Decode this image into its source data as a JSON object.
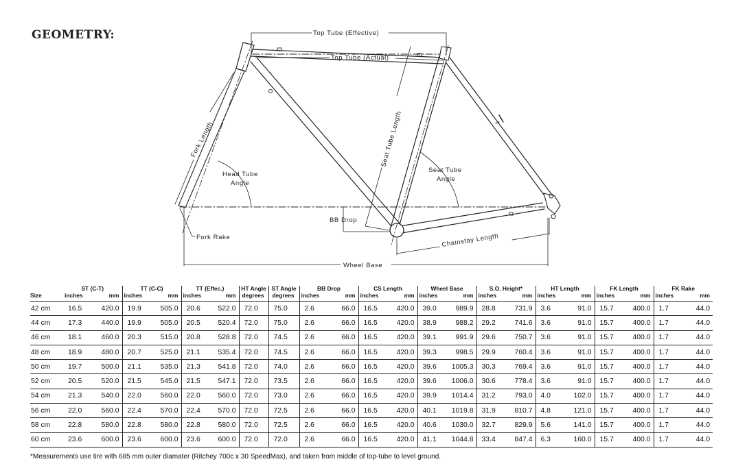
{
  "title": "GEOMETRY:",
  "diagram_labels": {
    "top_tube_effective": "Top Tube (Effective)",
    "top_tube_actual": "Top Tube (Actual)",
    "fork_length": "Fork Length",
    "head_tube_angle_line1": "Head Tube",
    "head_tube_angle_line2": "Angle",
    "seat_tube_length": "Seat Tube Length",
    "seat_tube_angle_line1": "Seat Tube",
    "seat_tube_angle_line2": "Angle",
    "bb_drop": "BB Drop",
    "fork_rake": "Fork Rake",
    "chainstay_length": "Chainstay Length",
    "wheel_base": "Wheel Base"
  },
  "table": {
    "size_header": "Size",
    "groups": [
      {
        "label": "ST (C-T)",
        "units": [
          "inches",
          "mm"
        ]
      },
      {
        "label": "TT (C-C)",
        "units": [
          "inches",
          "mm"
        ]
      },
      {
        "label": "TT (Effec.)",
        "units": [
          "inches",
          "mm"
        ]
      },
      {
        "label": "HT Angle",
        "units": [
          "degrees"
        ]
      },
      {
        "label": "ST Angle",
        "units": [
          "degrees"
        ]
      },
      {
        "label": "BB Drop",
        "units": [
          "inches",
          "mm"
        ]
      },
      {
        "label": "CS Length",
        "units": [
          "inches",
          "mm"
        ]
      },
      {
        "label": "Wheel Base",
        "units": [
          "inches",
          "mm"
        ]
      },
      {
        "label": "S.O. Height*",
        "units": [
          "inches",
          "mm"
        ]
      },
      {
        "label": "HT Length",
        "units": [
          "inches",
          "mm"
        ]
      },
      {
        "label": "FK Length",
        "units": [
          "inches",
          "mm"
        ]
      },
      {
        "label": "FK Rake",
        "units": [
          "inches",
          "mm"
        ]
      }
    ],
    "rows": [
      {
        "size": "42 cm",
        "st": [
          "16.5",
          "420.0"
        ],
        "tt": [
          "19.9",
          "505.0"
        ],
        "tte": [
          "20.6",
          "522.0"
        ],
        "ht_angle": "72.0",
        "st_angle": "75.0",
        "bb": [
          "2.6",
          "66.0"
        ],
        "cs": [
          "16.5",
          "420.0"
        ],
        "wb": [
          "39.0",
          "989.9"
        ],
        "so": [
          "28.8",
          "731.9"
        ],
        "htl": [
          "3.6",
          "91.0"
        ],
        "fk": [
          "15.7",
          "400.0"
        ],
        "rake": [
          "1.7",
          "44.0"
        ]
      },
      {
        "size": "44 cm",
        "st": [
          "17.3",
          "440.0"
        ],
        "tt": [
          "19.9",
          "505.0"
        ],
        "tte": [
          "20.5",
          "520.4"
        ],
        "ht_angle": "72.0",
        "st_angle": "75.0",
        "bb": [
          "2.6",
          "66.0"
        ],
        "cs": [
          "16.5",
          "420.0"
        ],
        "wb": [
          "38.9",
          "988.2"
        ],
        "so": [
          "29.2",
          "741.6"
        ],
        "htl": [
          "3.6",
          "91.0"
        ],
        "fk": [
          "15.7",
          "400.0"
        ],
        "rake": [
          "1.7",
          "44.0"
        ]
      },
      {
        "size": "46 cm",
        "st": [
          "18.1",
          "460.0"
        ],
        "tt": [
          "20.3",
          "515.0"
        ],
        "tte": [
          "20.8",
          "528.8"
        ],
        "ht_angle": "72.0",
        "st_angle": "74.5",
        "bb": [
          "2.6",
          "66.0"
        ],
        "cs": [
          "16.5",
          "420.0"
        ],
        "wb": [
          "39.1",
          "991.9"
        ],
        "so": [
          "29.6",
          "750.7"
        ],
        "htl": [
          "3.6",
          "91.0"
        ],
        "fk": [
          "15.7",
          "400.0"
        ],
        "rake": [
          "1.7",
          "44.0"
        ]
      },
      {
        "size": "48 cm",
        "st": [
          "18.9",
          "480.0"
        ],
        "tt": [
          "20.7",
          "525.0"
        ],
        "tte": [
          "21.1",
          "535.4"
        ],
        "ht_angle": "72.0",
        "st_angle": "74.5",
        "bb": [
          "2.6",
          "66.0"
        ],
        "cs": [
          "16.5",
          "420.0"
        ],
        "wb": [
          "39.3",
          "998.5"
        ],
        "so": [
          "29.9",
          "760.4"
        ],
        "htl": [
          "3.6",
          "91.0"
        ],
        "fk": [
          "15.7",
          "400.0"
        ],
        "rake": [
          "1.7",
          "44.0"
        ]
      },
      {
        "size": "50 cm",
        "st": [
          "19.7",
          "500.0"
        ],
        "tt": [
          "21.1",
          "535.0"
        ],
        "tte": [
          "21.3",
          "541.8"
        ],
        "ht_angle": "72.0",
        "st_angle": "74.0",
        "bb": [
          "2.6",
          "66.0"
        ],
        "cs": [
          "16.5",
          "420.0"
        ],
        "wb": [
          "39.6",
          "1005.3"
        ],
        "so": [
          "30.3",
          "769.4"
        ],
        "htl": [
          "3.6",
          "91.0"
        ],
        "fk": [
          "15.7",
          "400.0"
        ],
        "rake": [
          "1.7",
          "44.0"
        ]
      },
      {
        "size": "52 cm",
        "st": [
          "20.5",
          "520.0"
        ],
        "tt": [
          "21.5",
          "545.0"
        ],
        "tte": [
          "21.5",
          "547.1"
        ],
        "ht_angle": "72.0",
        "st_angle": "73.5",
        "bb": [
          "2.6",
          "66.0"
        ],
        "cs": [
          "16.5",
          "420.0"
        ],
        "wb": [
          "39.6",
          "1006.0"
        ],
        "so": [
          "30.6",
          "778.4"
        ],
        "htl": [
          "3.6",
          "91.0"
        ],
        "fk": [
          "15.7",
          "400.0"
        ],
        "rake": [
          "1.7",
          "44.0"
        ]
      },
      {
        "size": "54 cm",
        "st": [
          "21.3",
          "540.0"
        ],
        "tt": [
          "22.0",
          "560.0"
        ],
        "tte": [
          "22.0",
          "560.0"
        ],
        "ht_angle": "72.0",
        "st_angle": "73.0",
        "bb": [
          "2.6",
          "66.0"
        ],
        "cs": [
          "16.5",
          "420.0"
        ],
        "wb": [
          "39.9",
          "1014.4"
        ],
        "so": [
          "31.2",
          "793.0"
        ],
        "htl": [
          "4.0",
          "102.0"
        ],
        "fk": [
          "15.7",
          "400.0"
        ],
        "rake": [
          "1.7",
          "44.0"
        ]
      },
      {
        "size": "56 cm",
        "st": [
          "22.0",
          "560.0"
        ],
        "tt": [
          "22.4",
          "570.0"
        ],
        "tte": [
          "22.4",
          "570.0"
        ],
        "ht_angle": "72.0",
        "st_angle": "72.5",
        "bb": [
          "2.6",
          "66.0"
        ],
        "cs": [
          "16.5",
          "420.0"
        ],
        "wb": [
          "40.1",
          "1019.8"
        ],
        "so": [
          "31.9",
          "810.7"
        ],
        "htl": [
          "4.8",
          "121.0"
        ],
        "fk": [
          "15.7",
          "400.0"
        ],
        "rake": [
          "1.7",
          "44.0"
        ]
      },
      {
        "size": "58 cm",
        "st": [
          "22.8",
          "580.0"
        ],
        "tt": [
          "22.8",
          "580.0"
        ],
        "tte": [
          "22.8",
          "580.0"
        ],
        "ht_angle": "72.0",
        "st_angle": "72.5",
        "bb": [
          "2.6",
          "66.0"
        ],
        "cs": [
          "16.5",
          "420.0"
        ],
        "wb": [
          "40.6",
          "1030.0"
        ],
        "so": [
          "32.7",
          "829.9"
        ],
        "htl": [
          "5.6",
          "141.0"
        ],
        "fk": [
          "15.7",
          "400.0"
        ],
        "rake": [
          "1.7",
          "44.0"
        ]
      },
      {
        "size": "60 cm",
        "st": [
          "23.6",
          "600.0"
        ],
        "tt": [
          "23.6",
          "600.0"
        ],
        "tte": [
          "23.6",
          "600.0"
        ],
        "ht_angle": "72.0",
        "st_angle": "72.0",
        "bb": [
          "2.6",
          "66.0"
        ],
        "cs": [
          "16.5",
          "420.0"
        ],
        "wb": [
          "41.1",
          "1044.8"
        ],
        "so": [
          "33.4",
          "847.4"
        ],
        "htl": [
          "6.3",
          "160.0"
        ],
        "fk": [
          "15.7",
          "400.0"
        ],
        "rake": [
          "1.7",
          "44.0"
        ]
      }
    ]
  },
  "footnote": "*Measurements use tire with 685 mm outer diamater (Ritchey 700c x 30 SpeedMax), and taken from middle of top-tube to level ground."
}
